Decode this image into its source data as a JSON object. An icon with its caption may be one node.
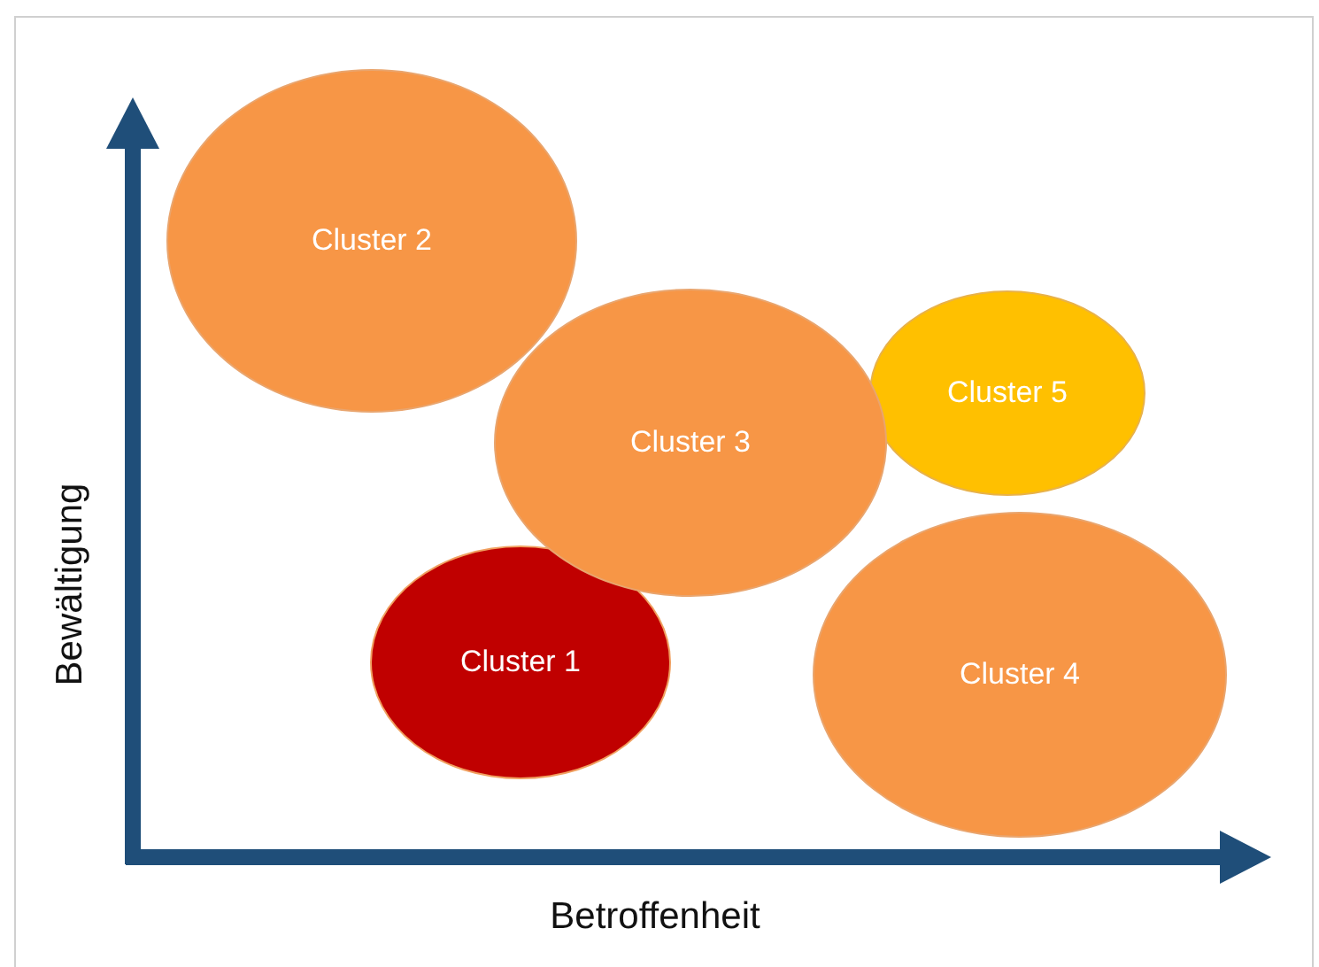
{
  "diagram": {
    "nodes": [
      {
        "text": [
          "Cluster 2"
        ]
      },
      {
        "text": [
          "Cluster 3"
        ]
      },
      {
        "text": [
          "Cluster 5"
        ]
      },
      {
        "text": [
          "Cluster 1"
        ]
      },
      {
        "text": [
          "Cluster 4"
        ]
      }
    ],
    "labels": [
      "Bewältigung",
      "Betroffenheit"
    ]
  }
}
